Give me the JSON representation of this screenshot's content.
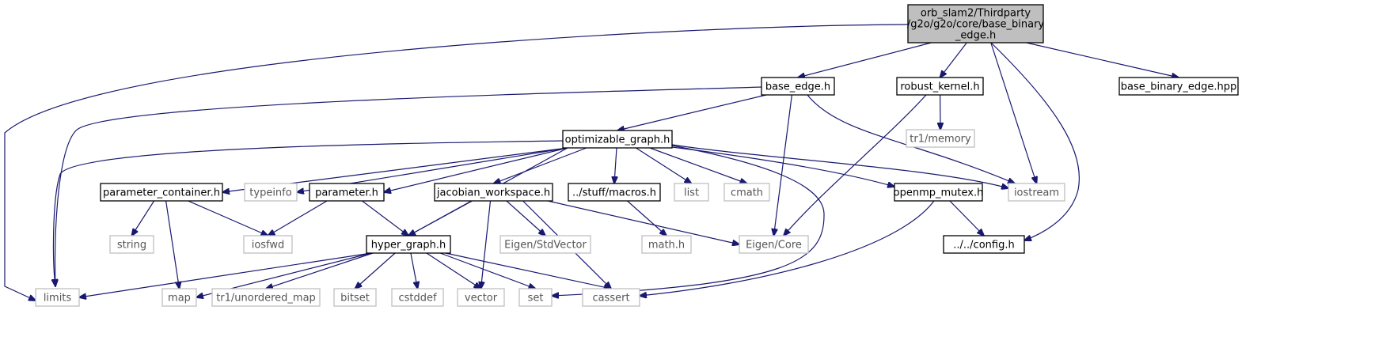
{
  "graph": {
    "nodes": [
      {
        "id": "root",
        "lines": [
          "orb_slam2/Thirdparty",
          "/g2o/g2o/core/base_binary",
          "_edge.h"
        ],
        "kind": "root"
      },
      {
        "id": "base_edge",
        "lines": [
          "base_edge.h"
        ],
        "kind": "local"
      },
      {
        "id": "robust_kernel",
        "lines": [
          "robust_kernel.h"
        ],
        "kind": "local"
      },
      {
        "id": "base_binary_edge_hpp",
        "lines": [
          "base_binary_edge.hpp"
        ],
        "kind": "local"
      },
      {
        "id": "tr1_memory",
        "lines": [
          "tr1/memory"
        ],
        "kind": "system"
      },
      {
        "id": "optimizable_graph",
        "lines": [
          "optimizable_graph.h"
        ],
        "kind": "local"
      },
      {
        "id": "parameter_container",
        "lines": [
          "parameter_container.h"
        ],
        "kind": "local"
      },
      {
        "id": "typeinfo",
        "lines": [
          "typeinfo"
        ],
        "kind": "system"
      },
      {
        "id": "parameter",
        "lines": [
          "parameter.h"
        ],
        "kind": "local"
      },
      {
        "id": "jacobian_workspace",
        "lines": [
          "jacobian_workspace.h"
        ],
        "kind": "local"
      },
      {
        "id": "stuff_macros",
        "lines": [
          "../stuff/macros.h"
        ],
        "kind": "local"
      },
      {
        "id": "list",
        "lines": [
          "list"
        ],
        "kind": "system"
      },
      {
        "id": "cmath",
        "lines": [
          "cmath"
        ],
        "kind": "system"
      },
      {
        "id": "openmp_mutex",
        "lines": [
          "openmp_mutex.h"
        ],
        "kind": "local"
      },
      {
        "id": "iostream",
        "lines": [
          "iostream"
        ],
        "kind": "system"
      },
      {
        "id": "string",
        "lines": [
          "string"
        ],
        "kind": "system"
      },
      {
        "id": "iosfwd",
        "lines": [
          "iosfwd"
        ],
        "kind": "system"
      },
      {
        "id": "hyper_graph",
        "lines": [
          "hyper_graph.h"
        ],
        "kind": "local"
      },
      {
        "id": "eigen_stdvector",
        "lines": [
          "Eigen/StdVector"
        ],
        "kind": "system"
      },
      {
        "id": "math_h",
        "lines": [
          "math.h"
        ],
        "kind": "system"
      },
      {
        "id": "eigen_core",
        "lines": [
          "Eigen/Core"
        ],
        "kind": "system"
      },
      {
        "id": "config",
        "lines": [
          "../../config.h"
        ],
        "kind": "local"
      },
      {
        "id": "limits",
        "lines": [
          "limits"
        ],
        "kind": "system"
      },
      {
        "id": "map",
        "lines": [
          "map"
        ],
        "kind": "system"
      },
      {
        "id": "tr1_unordered_map",
        "lines": [
          "tr1/unordered_map"
        ],
        "kind": "system"
      },
      {
        "id": "bitset",
        "lines": [
          "bitset"
        ],
        "kind": "system"
      },
      {
        "id": "cstddef",
        "lines": [
          "cstddef"
        ],
        "kind": "system"
      },
      {
        "id": "vector",
        "lines": [
          "vector"
        ],
        "kind": "system"
      },
      {
        "id": "set",
        "lines": [
          "set"
        ],
        "kind": "system"
      },
      {
        "id": "cassert",
        "lines": [
          "cassert"
        ],
        "kind": "system"
      }
    ],
    "edges": [
      [
        "root",
        "limits"
      ],
      [
        "root",
        "base_edge"
      ],
      [
        "root",
        "robust_kernel"
      ],
      [
        "root",
        "iostream"
      ],
      [
        "root",
        "config"
      ],
      [
        "root",
        "base_binary_edge_hpp"
      ],
      [
        "base_edge",
        "limits"
      ],
      [
        "base_edge",
        "optimizable_graph"
      ],
      [
        "base_edge",
        "eigen_core"
      ],
      [
        "base_edge",
        "iostream"
      ],
      [
        "robust_kernel",
        "tr1_memory"
      ],
      [
        "robust_kernel",
        "eigen_core"
      ],
      [
        "optimizable_graph",
        "limits"
      ],
      [
        "optimizable_graph",
        "parameter_container"
      ],
      [
        "optimizable_graph",
        "typeinfo"
      ],
      [
        "optimizable_graph",
        "parameter"
      ],
      [
        "optimizable_graph",
        "hyper_graph"
      ],
      [
        "optimizable_graph",
        "jacobian_workspace"
      ],
      [
        "optimizable_graph",
        "stuff_macros"
      ],
      [
        "optimizable_graph",
        "list"
      ],
      [
        "optimizable_graph",
        "cmath"
      ],
      [
        "optimizable_graph",
        "openmp_mutex"
      ],
      [
        "optimizable_graph",
        "iostream"
      ],
      [
        "optimizable_graph",
        "set"
      ],
      [
        "parameter_container",
        "string"
      ],
      [
        "parameter_container",
        "map"
      ],
      [
        "parameter_container",
        "iosfwd"
      ],
      [
        "parameter",
        "iosfwd"
      ],
      [
        "parameter",
        "hyper_graph"
      ],
      [
        "jacobian_workspace",
        "hyper_graph"
      ],
      [
        "jacobian_workspace",
        "eigen_stdvector"
      ],
      [
        "jacobian_workspace",
        "vector"
      ],
      [
        "jacobian_workspace",
        "eigen_core"
      ],
      [
        "jacobian_workspace",
        "cassert"
      ],
      [
        "stuff_macros",
        "math_h"
      ],
      [
        "openmp_mutex",
        "config"
      ],
      [
        "openmp_mutex",
        "cassert"
      ],
      [
        "hyper_graph",
        "limits"
      ],
      [
        "hyper_graph",
        "map"
      ],
      [
        "hyper_graph",
        "tr1_unordered_map"
      ],
      [
        "hyper_graph",
        "bitset"
      ],
      [
        "hyper_graph",
        "cstddef"
      ],
      [
        "hyper_graph",
        "vector"
      ],
      [
        "hyper_graph",
        "set"
      ],
      [
        "hyper_graph",
        "cassert"
      ]
    ],
    "colors": {
      "edge": "#191970",
      "local_border": "#000000",
      "system_border": "#bfbfbf",
      "system_text": "#555555",
      "root_fill": "#bfbfbf"
    }
  }
}
